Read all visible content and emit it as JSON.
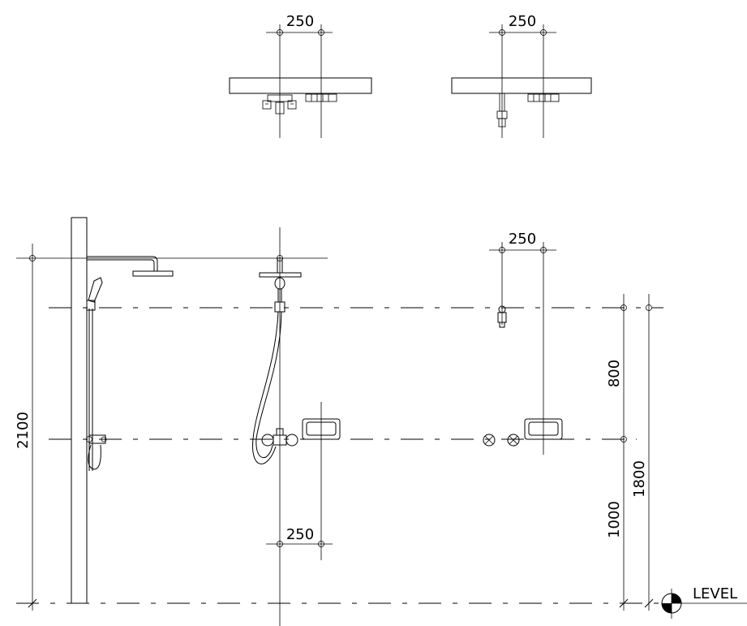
{
  "dimensions": {
    "plan_left_spacing": "250",
    "plan_right_spacing": "250",
    "elevation_right_spacing": "250",
    "elevation_bottom_spacing": "250",
    "total_height": "2100",
    "upper_height": "800",
    "lower_height": "1000",
    "mixer_height": "1800"
  },
  "level_label": "LEVEL"
}
